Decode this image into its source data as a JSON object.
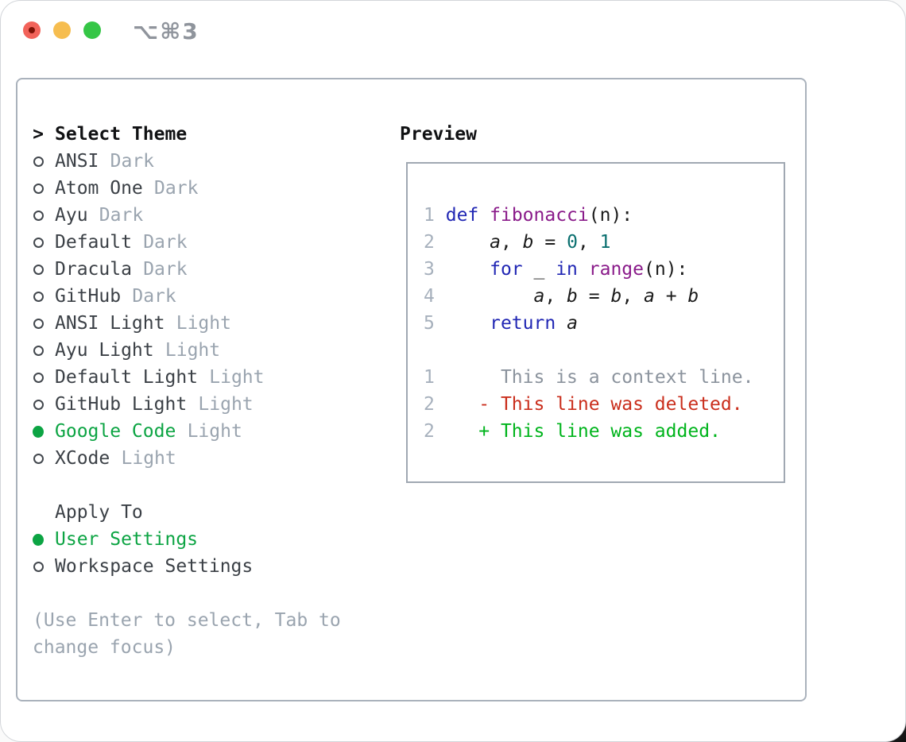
{
  "window": {
    "title": "⌥⌘3"
  },
  "panel": {
    "theme": {
      "header": "Select Theme",
      "prompt": ">",
      "items": [
        {
          "name": "ANSI",
          "variant": "Dark",
          "selected": false
        },
        {
          "name": "Atom One",
          "variant": "Dark",
          "selected": false
        },
        {
          "name": "Ayu",
          "variant": "Dark",
          "selected": false
        },
        {
          "name": "Default",
          "variant": "Dark",
          "selected": false
        },
        {
          "name": "Dracula",
          "variant": "Dark",
          "selected": false
        },
        {
          "name": "GitHub",
          "variant": "Dark",
          "selected": false
        },
        {
          "name": "ANSI Light",
          "variant": "Light",
          "selected": false
        },
        {
          "name": "Ayu Light",
          "variant": "Light",
          "selected": false
        },
        {
          "name": "Default Light",
          "variant": "Light",
          "selected": false
        },
        {
          "name": "GitHub Light",
          "variant": "Light",
          "selected": false
        },
        {
          "name": "Google Code",
          "variant": "Light",
          "selected": true
        },
        {
          "name": "XCode",
          "variant": "Light",
          "selected": false
        }
      ]
    },
    "apply": {
      "header": "Apply To",
      "items": [
        {
          "name": "User Settings",
          "selected": true
        },
        {
          "name": "Workspace Settings",
          "selected": false
        }
      ]
    },
    "help_text": "(Use Enter to select, Tab to\nchange focus)",
    "preview": {
      "header": "Preview",
      "lines": [
        {
          "tokens": [
            {
              "t": "1",
              "c": "lineno"
            },
            {
              "t": " ",
              "c": "plain"
            },
            {
              "t": "def",
              "c": "keyword"
            },
            {
              "t": " ",
              "c": "plain"
            },
            {
              "t": "fibonacci",
              "c": "func"
            },
            {
              "t": "(n):",
              "c": "plain"
            }
          ]
        },
        {
          "tokens": [
            {
              "t": "2",
              "c": "lineno"
            },
            {
              "t": "     ",
              "c": "plain"
            },
            {
              "t": "a",
              "c": "plain",
              "i": true
            },
            {
              "t": ", ",
              "c": "plain"
            },
            {
              "t": "b",
              "c": "plain",
              "i": true
            },
            {
              "t": " = ",
              "c": "plain"
            },
            {
              "t": "0",
              "c": "number"
            },
            {
              "t": ", ",
              "c": "plain"
            },
            {
              "t": "1",
              "c": "number"
            }
          ]
        },
        {
          "tokens": [
            {
              "t": "3",
              "c": "lineno"
            },
            {
              "t": "     ",
              "c": "plain"
            },
            {
              "t": "for",
              "c": "keyword"
            },
            {
              "t": " _ ",
              "c": "plain"
            },
            {
              "t": "in",
              "c": "keyword"
            },
            {
              "t": " ",
              "c": "plain"
            },
            {
              "t": "range",
              "c": "func"
            },
            {
              "t": "(n):",
              "c": "plain"
            }
          ]
        },
        {
          "tokens": [
            {
              "t": "4",
              "c": "lineno"
            },
            {
              "t": "         ",
              "c": "plain"
            },
            {
              "t": "a",
              "c": "plain",
              "i": true
            },
            {
              "t": ", ",
              "c": "plain"
            },
            {
              "t": "b",
              "c": "plain",
              "i": true
            },
            {
              "t": " = ",
              "c": "plain"
            },
            {
              "t": "b",
              "c": "plain",
              "i": true
            },
            {
              "t": ", ",
              "c": "plain"
            },
            {
              "t": "a",
              "c": "plain",
              "i": true
            },
            {
              "t": " + ",
              "c": "plain"
            },
            {
              "t": "b",
              "c": "plain",
              "i": true
            }
          ]
        },
        {
          "tokens": [
            {
              "t": "5",
              "c": "lineno"
            },
            {
              "t": "     ",
              "c": "plain"
            },
            {
              "t": "return",
              "c": "keyword"
            },
            {
              "t": " ",
              "c": "plain"
            },
            {
              "t": "a",
              "c": "plain",
              "i": true
            }
          ]
        },
        {
          "tokens": []
        },
        {
          "tokens": [
            {
              "t": "1",
              "c": "lineno"
            },
            {
              "t": "      ",
              "c": "plain"
            },
            {
              "t": "This is a context line.",
              "c": "context"
            }
          ]
        },
        {
          "tokens": [
            {
              "t": "2",
              "c": "lineno"
            },
            {
              "t": "    ",
              "c": "plain"
            },
            {
              "t": "- This line was deleted.",
              "c": "deleted"
            }
          ]
        },
        {
          "tokens": [
            {
              "t": "2",
              "c": "lineno"
            },
            {
              "t": "    ",
              "c": "plain"
            },
            {
              "t": "+ This line was added.",
              "c": "added"
            }
          ]
        }
      ]
    }
  },
  "colors": {
    "selected_green": "#0ca443",
    "ring": "#42474d",
    "list_text": "#3b4046",
    "header_text": "#101113",
    "muted": "#9aa4af",
    "panel_border": "#aab2bc",
    "preview_border": "#a0a8b2",
    "lineno": "#a6b0bc",
    "keyword": "#2127b4",
    "func": "#8a1b8a",
    "number": "#0a6f6f",
    "plain": "#1b1b1b",
    "context": "#8b939d",
    "deleted": "#ca2e1c",
    "added": "#00b41c",
    "title": "#8f949c",
    "traffic_red": "#f2635a",
    "traffic_red_dot": "#7e1206",
    "traffic_yellow": "#f6bd4f",
    "traffic_green": "#35c646"
  }
}
